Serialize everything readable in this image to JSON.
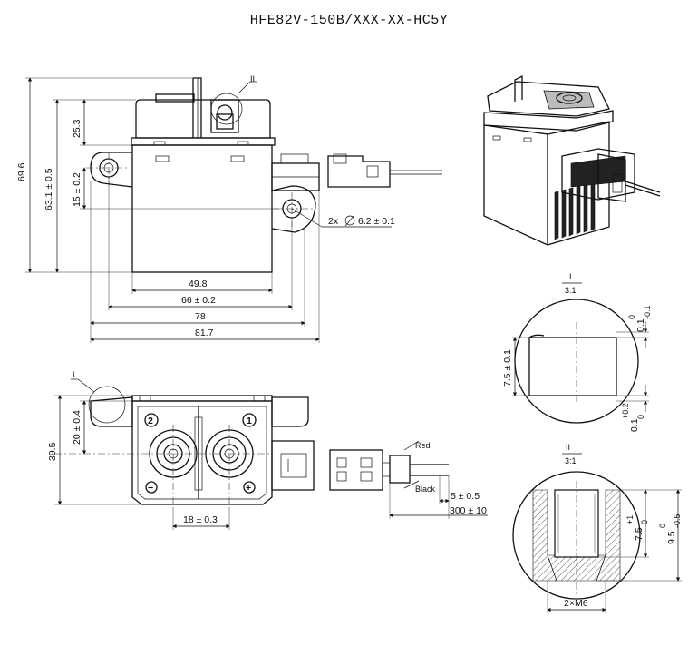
{
  "title": "HFE82V-150B/XXX-XX-HC5Y",
  "dims": {
    "height_total": "69.6",
    "height_mount": "63.1 ± 0.5",
    "height_top": "25.3",
    "height_hole": "15 ± 0.2",
    "hole_spec": "2x",
    "hole_dia": "6.2 ± 0.1",
    "width_body": "49.8",
    "width_holes": "66 ± 0.2",
    "width_78": "78",
    "width_total": "81.7",
    "bottom_height": "39.5",
    "bottom_center": "20 ± 0.4",
    "terminal_pitch": "18 ± 0.3",
    "lead_strip": "5 ± 0.5",
    "lead_length": "300 ± 10",
    "detail1_h": "7.5 ± 0.1",
    "detail1_tol_top": "0.1",
    "detail1_tol_top_sup": "0",
    "detail1_tol_top_sub": "-0.1",
    "detail1_tol_bot": "0.1",
    "detail1_tol_bot_sup": "+0.2",
    "detail1_tol_bot_sub": "0",
    "detail2_depth": "7.5",
    "detail2_depth_sup": "+1",
    "detail2_depth_sub": "0",
    "detail2_total": "9.5",
    "detail2_total_sup": "0",
    "detail2_total_sub": "-0.5",
    "thread": "2×M6"
  },
  "labels": {
    "detail_I": "I",
    "detail_II": "II",
    "scale": "3:1",
    "wire_red": "Red",
    "wire_black": "Black",
    "term_1": "1",
    "term_2": "2",
    "plus": "+",
    "minus": "−"
  }
}
